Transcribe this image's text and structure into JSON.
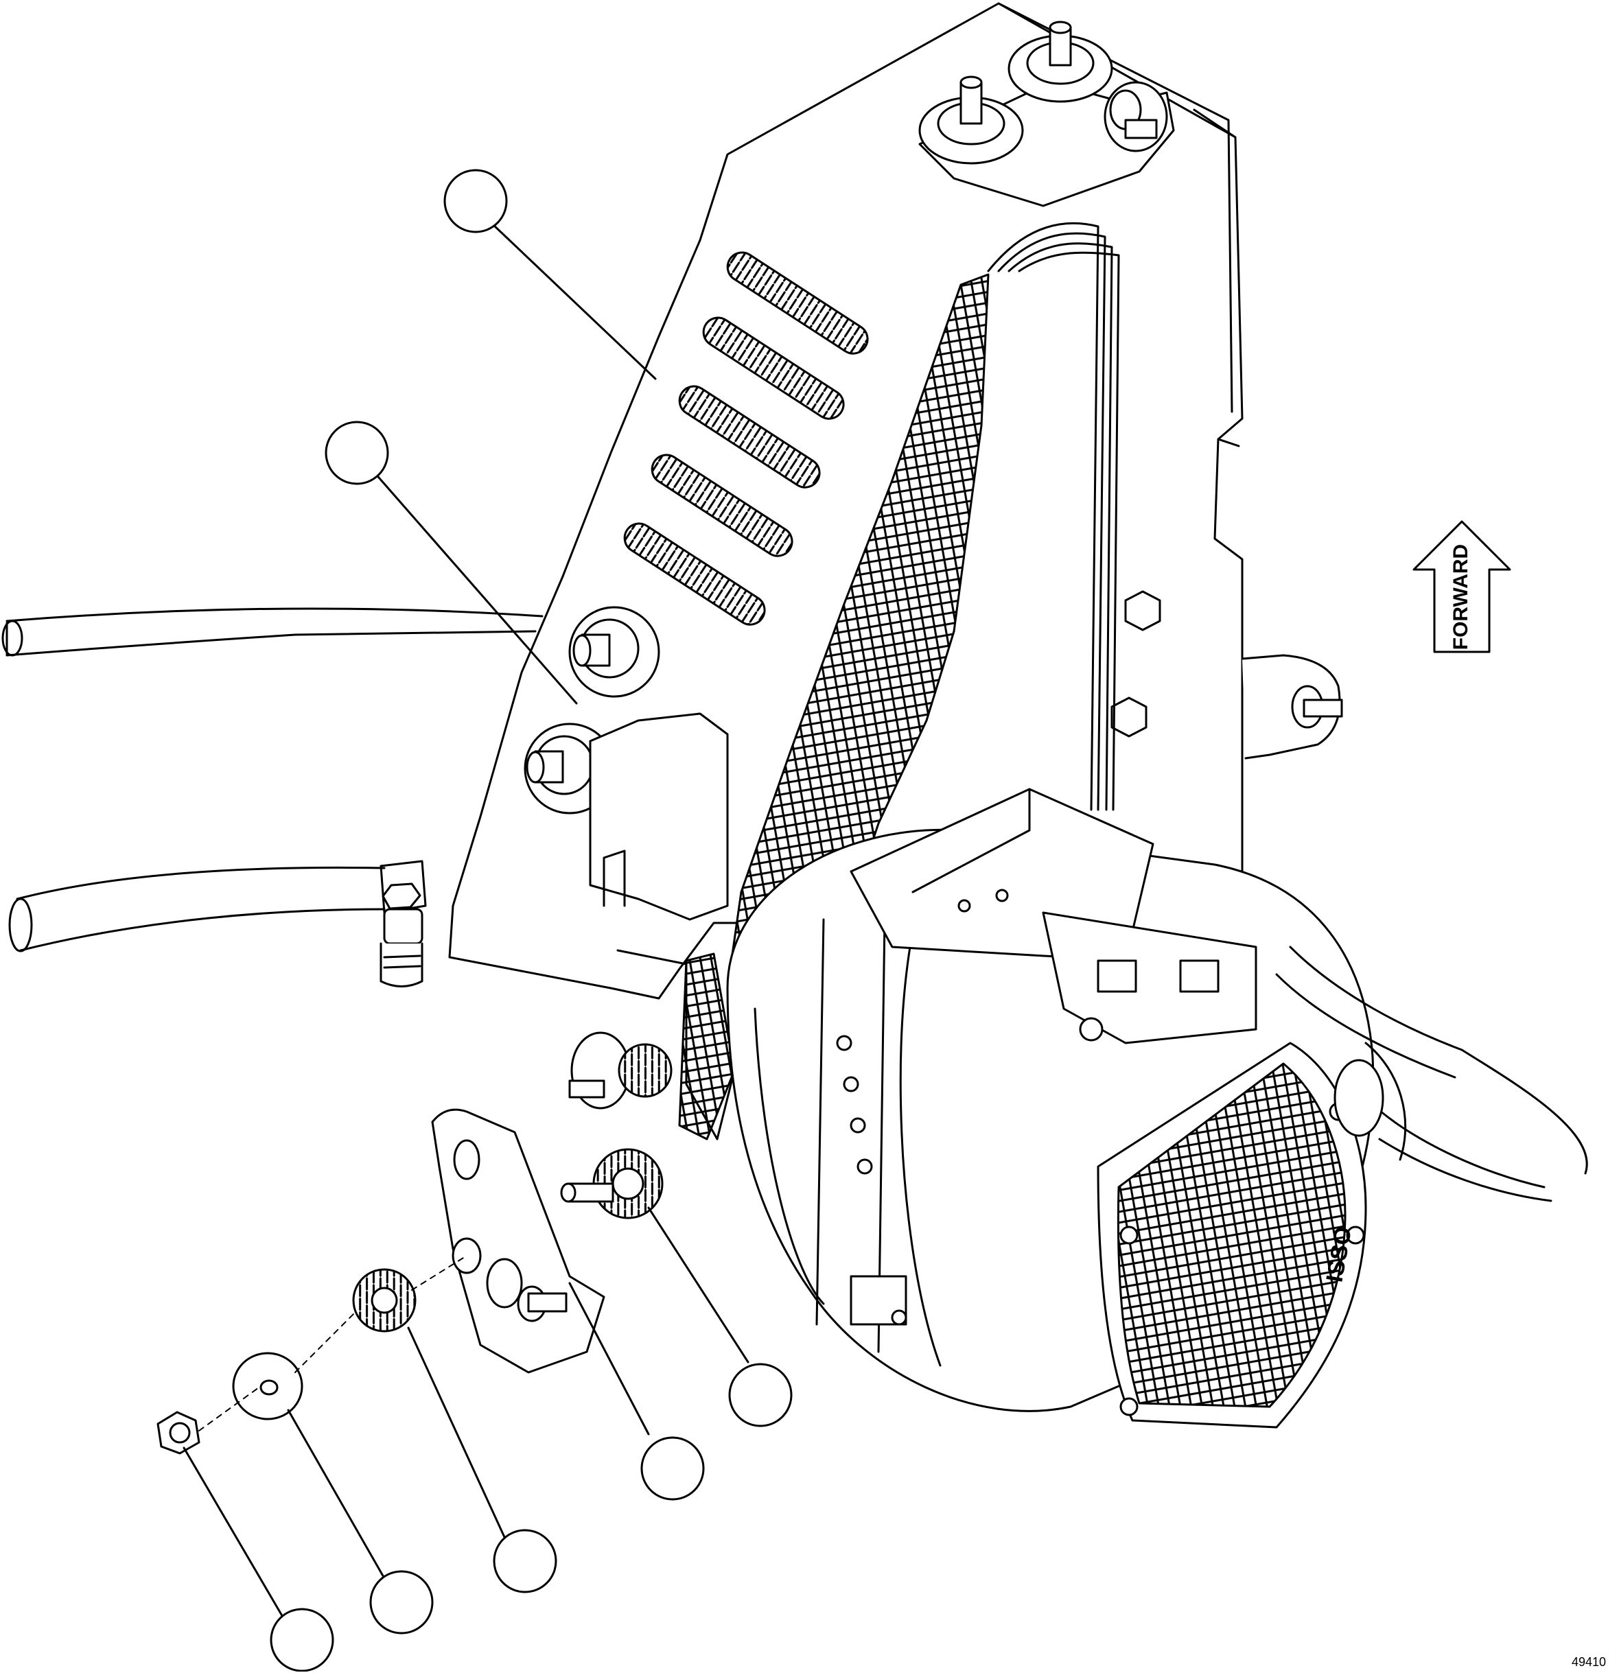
{
  "figure": {
    "forward_label": "FORWARD",
    "figure_number": "49410",
    "logo_mark": "ISSO",
    "callouts": [
      "",
      "",
      "",
      "",
      "",
      "",
      "",
      ""
    ]
  },
  "colors": {
    "ink": "#000000",
    "paper": "#ffffff",
    "hatch": "#3a3a3a"
  },
  "icons": [
    "forward-arrow-icon"
  ]
}
